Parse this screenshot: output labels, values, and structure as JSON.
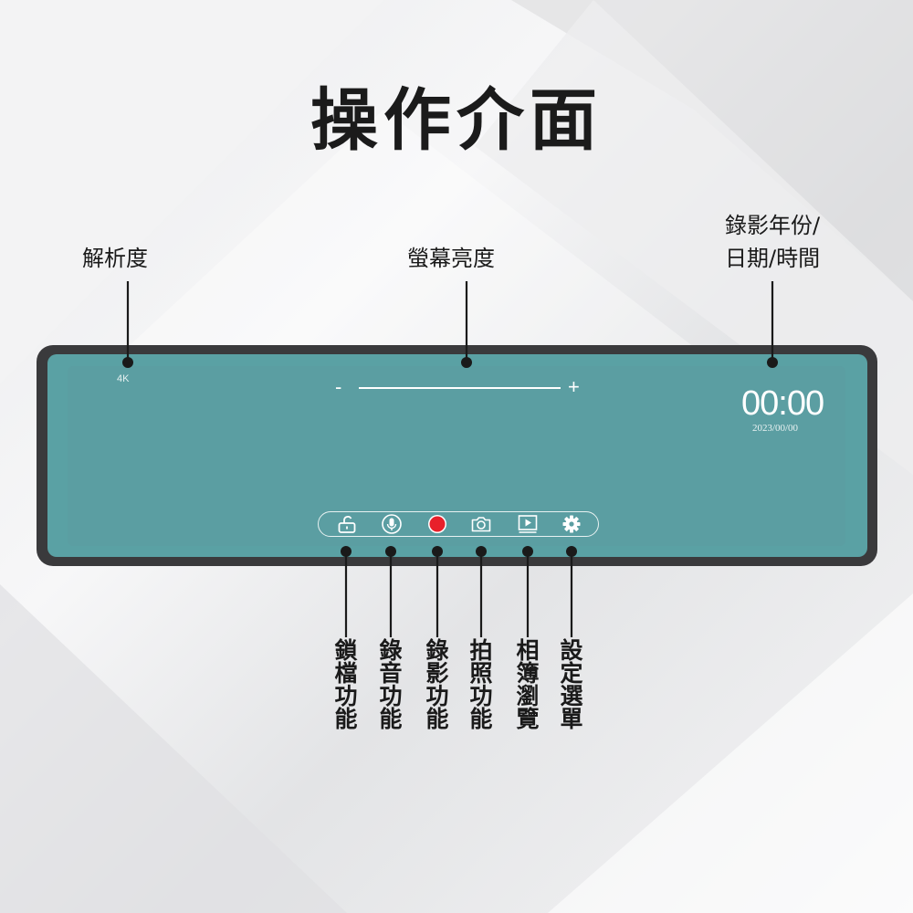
{
  "title": "操作介面",
  "callouts": {
    "resolution": "解析度",
    "brightness": "螢幕亮度",
    "datetime_line1": "錄影年份/",
    "datetime_line2": "日期/時間"
  },
  "screen": {
    "resolution_value": "4K",
    "brightness_minus": "-",
    "brightness_plus": "+",
    "brightness_level": 1.0,
    "time": "00:00",
    "date": "2023/00/00"
  },
  "toolbar": [
    {
      "icon": "unlock-icon",
      "label": [
        "鎖",
        "檔",
        "功",
        "能"
      ]
    },
    {
      "icon": "microphone-icon",
      "label": [
        "錄",
        "音",
        "功",
        "能"
      ]
    },
    {
      "icon": "record-icon",
      "label": [
        "錄",
        "影",
        "功",
        "能"
      ]
    },
    {
      "icon": "camera-icon",
      "label": [
        "拍",
        "照",
        "功",
        "能"
      ]
    },
    {
      "icon": "playback-icon",
      "label": [
        "相",
        "簿",
        "瀏",
        "覽"
      ]
    },
    {
      "icon": "gear-icon",
      "label": [
        "設",
        "定",
        "選",
        "單"
      ]
    }
  ],
  "colors": {
    "screen": "#5b9ea2",
    "frame": "#3a3a3c",
    "record": "#e8202a",
    "callout_line": "#1a1a1a"
  }
}
